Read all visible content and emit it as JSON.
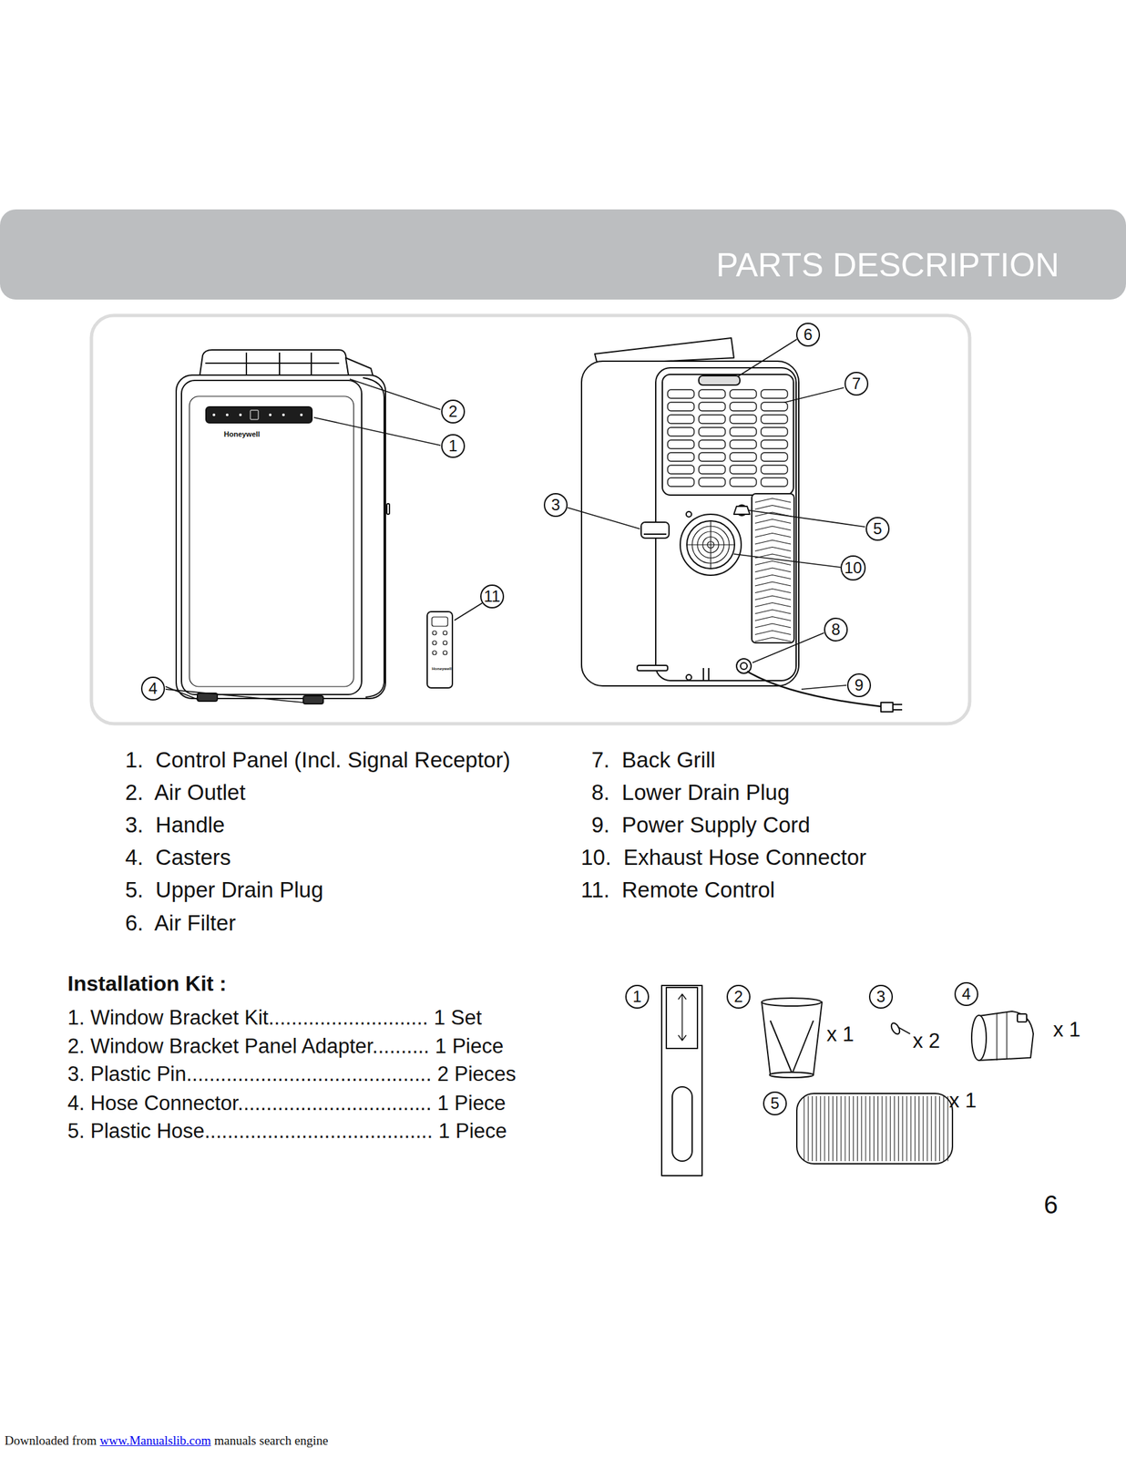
{
  "diagram": {
    "title": "PARTS DESCRIPTION",
    "nodes": [
      {
        "text": [
          "6"
        ]
      },
      {
        "text": [
          "7"
        ]
      },
      {
        "text": [
          "2"
        ]
      },
      {
        "text": [
          "1"
        ]
      },
      {
        "text": [
          "3"
        ]
      },
      {
        "text": [
          "5"
        ]
      },
      {
        "text": [
          "10"
        ]
      },
      {
        "text": [
          "11"
        ]
      },
      {
        "text": [
          "8"
        ]
      },
      {
        "text": [
          "9"
        ]
      },
      {
        "text": [
          "4"
        ]
      },
      {
        "text": [
          "1"
        ]
      },
      {
        "text": [
          "2"
        ]
      },
      {
        "text": [
          "3"
        ]
      },
      {
        "text": [
          "4"
        ]
      },
      {
        "text": [
          "5"
        ]
      }
    ],
    "labels": [
      "Honeywell",
      "Honeywell",
      "1.  Control Panel (Incl. Signal Receptor)",
      "2.  Air Outlet",
      "3.  Handle",
      "4.  Casters",
      "5.  Upper Drain Plug",
      "6.  Air Filter",
      "7.  Back Grill",
      "8.  Lower Drain Plug",
      "9.  Power Supply Cord",
      "10.  Exhaust Hose Connector",
      "11.  Remote Control",
      "Installation Kit :",
      "1. Window Bracket Kit............................ 1 Set",
      "2. Window Bracket Panel Adapter.......... 1 Piece",
      "3. Plastic Pin........................................... 2 Pieces",
      "4. Hose Connector.................................. 1 Piece",
      "5. Plastic Hose........................................ 1 Piece",
      "x 1",
      "x 2",
      "x 1",
      "x 1",
      "6",
      "Downloaded from",
      "www.Manualslib.com",
      "manuals search engine"
    ]
  }
}
